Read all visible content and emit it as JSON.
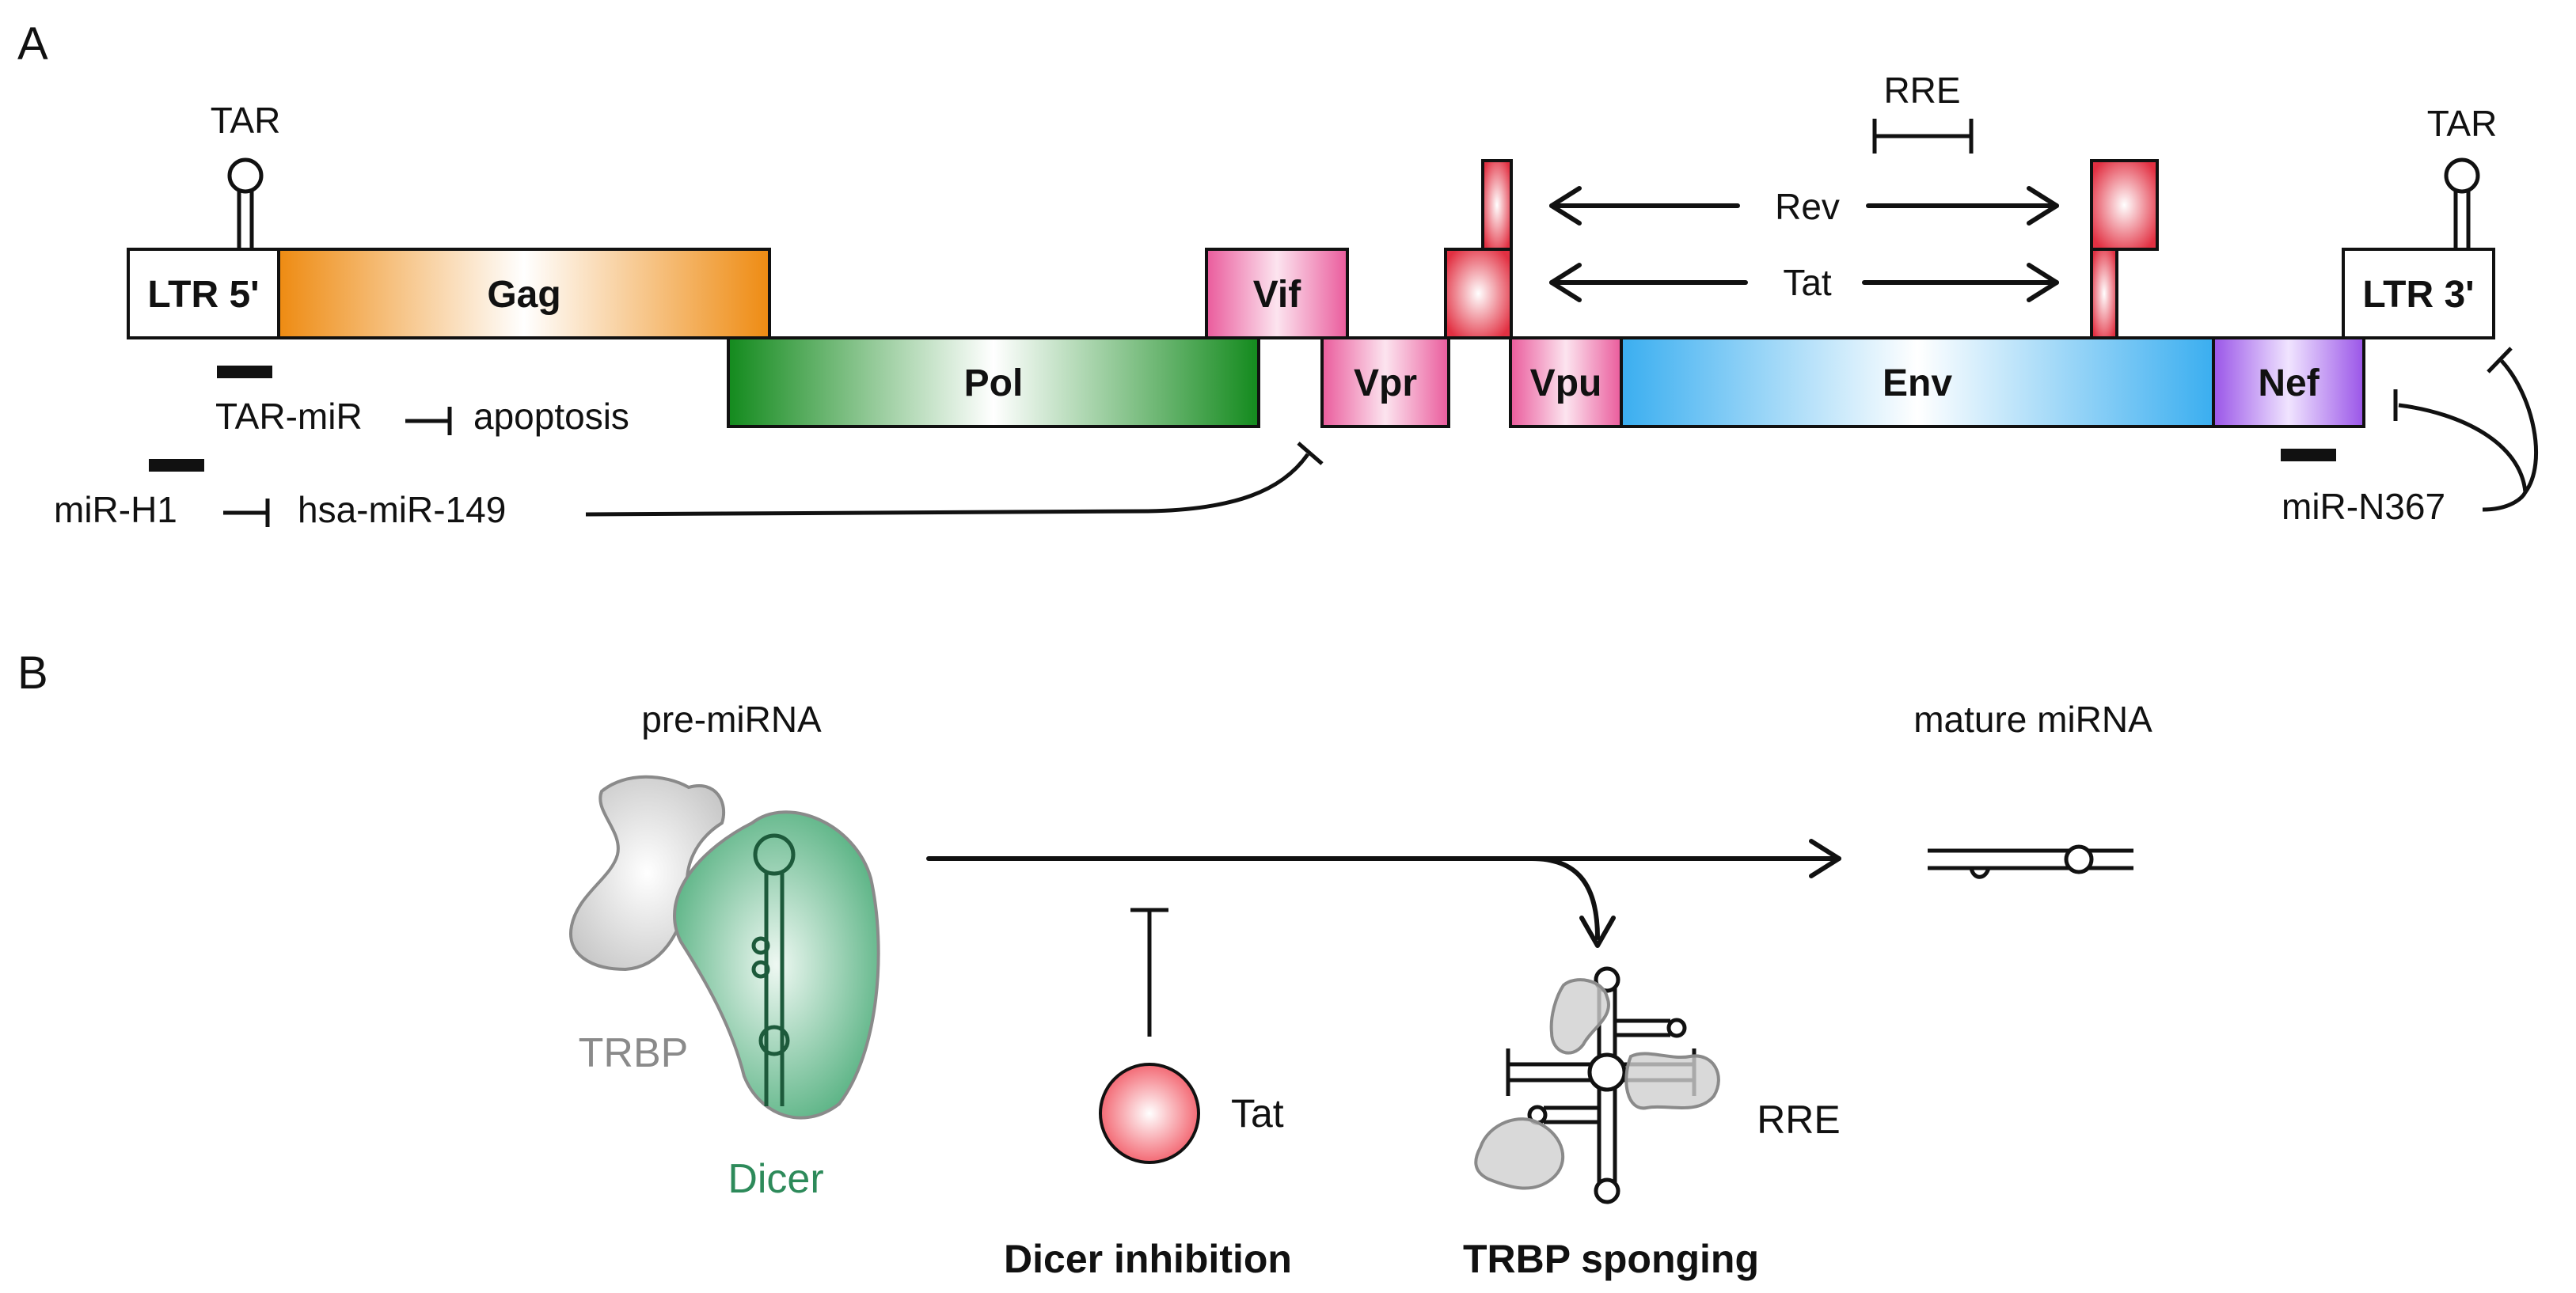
{
  "panel_a": {
    "label": "A",
    "genes": {
      "ltr5": "LTR 5'",
      "gag": "Gag",
      "pol": "Pol",
      "vif": "Vif",
      "vpr": "Vpr",
      "vpu": "Vpu",
      "env": "Env",
      "nef": "Nef",
      "ltr3": "LTR 3'"
    },
    "tar_left": "TAR",
    "tar_right": "TAR",
    "rre": "RRE",
    "rev": "Rev",
    "tat": "Tat",
    "tar_mir": "TAR-miR",
    "apoptosis": "apoptosis",
    "mir_h1": "miR-H1",
    "hsa_mir_149": "hsa-miR-149",
    "mir_n367": "miR-N367"
  },
  "panel_b": {
    "label": "B",
    "pre_mirna": "pre-miRNA",
    "mature_mirna": "mature miRNA",
    "trbp": "TRBP",
    "dicer": "Dicer",
    "tat": "Tat",
    "rre": "RRE",
    "dicer_inhibition": "Dicer inhibition",
    "trbp_sponging": "TRBP sponging"
  },
  "colors": {
    "gag": "#ee8b12",
    "pol": "#138a1d",
    "accessory": "#ea5b9c",
    "env": "#3aaef0",
    "nef": "#9a55e8",
    "tat_rev_exon": "#e23042",
    "dicer": "#3a9b6a",
    "trbp": "#9a9a9a"
  }
}
